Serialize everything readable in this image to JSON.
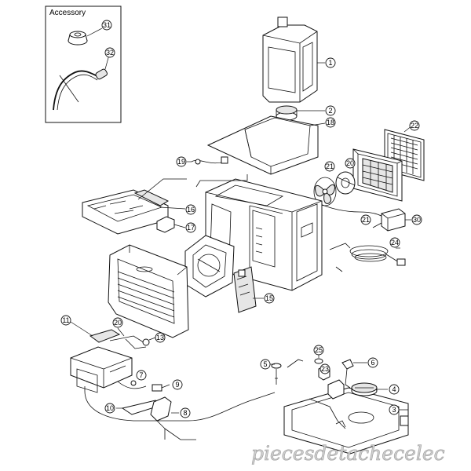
{
  "accessory_box": {
    "title": "Accessory"
  },
  "watermark": "piecesdetachecelec",
  "callouts": {
    "p1": "1",
    "p2": "2",
    "p3": "3",
    "p4": "4",
    "p5": "5",
    "p6": "6",
    "p7": "7",
    "p8": "8",
    "p9": "9",
    "p10": "10",
    "p11": "11",
    "p13": "13",
    "p15": "15",
    "p16": "16",
    "p17": "17",
    "p18": "18",
    "p19": "19",
    "p20": "20",
    "p20b": "20",
    "p21": "21",
    "p21b": "21",
    "p22": "22",
    "p23": "23",
    "p24": "24",
    "p25": "25",
    "p30": "30",
    "p31": "31",
    "p32": "32"
  }
}
